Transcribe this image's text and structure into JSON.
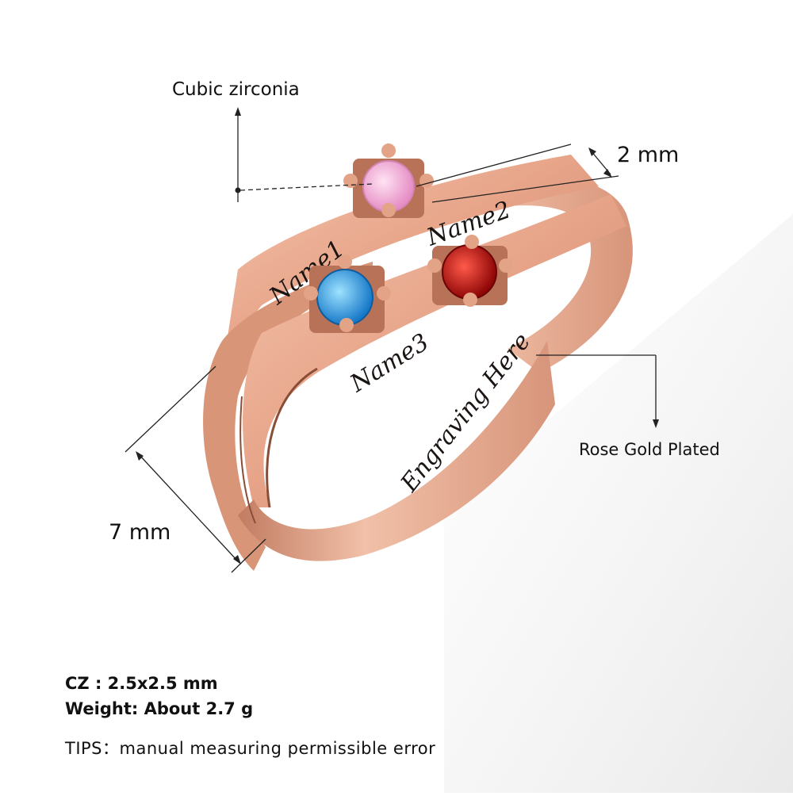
{
  "annotations": {
    "stone_label": "Cubic zirconia",
    "band_width_top": "2 mm",
    "band_width_side": "7 mm",
    "material_label": "Rose Gold Plated"
  },
  "engravings": {
    "name1": "Name1",
    "name2": "Name2",
    "name3": "Name3",
    "inside": "Engraving Here"
  },
  "specs": {
    "cz": "CZ : 2.5x2.5 mm",
    "weight": "Weight: About 2.7 g",
    "tips": "TIPS：manual measuring permissible error"
  },
  "stones": [
    {
      "name": "pink-stone",
      "color": "#f2a7d4"
    },
    {
      "name": "blue-stone",
      "color": "#2a9fe0"
    },
    {
      "name": "red-stone",
      "color": "#c01414"
    }
  ],
  "colors": {
    "metal": "#e8a889",
    "metal_dark": "#b8735a",
    "metal_light": "#f7d3c0"
  }
}
